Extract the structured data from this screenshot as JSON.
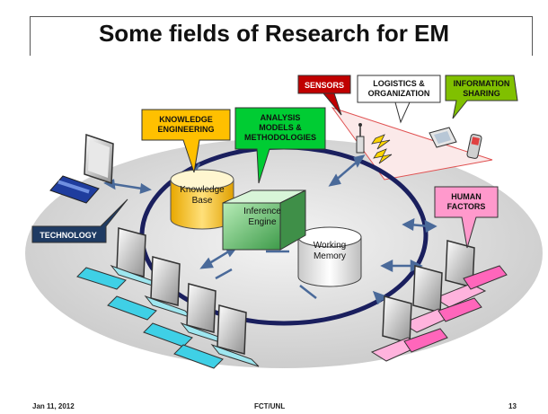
{
  "slide": {
    "title": "Some fields of Research for EM",
    "footer_date": "Jan 11, 2012",
    "footer_center": "FCT/UNL",
    "footer_page": "13"
  },
  "callouts": {
    "sensors": "SENSORS",
    "logistics": [
      "LOGISTICS &",
      "ORGANIZATION"
    ],
    "information": [
      "INFORMATION",
      "SHARING"
    ],
    "knowledge_engineering": [
      "KNOWLEDGE",
      "ENGINEERING"
    ],
    "analysis": [
      "ANALYSIS",
      "MODELS &",
      "METHODOLOGIES"
    ],
    "human_factors": [
      "HUMAN",
      "FACTORS"
    ],
    "technology": "TECHNOLOGY"
  },
  "nodes": {
    "knowledge_base": [
      "Knowledge",
      "Base"
    ],
    "inference_engine": [
      "Inference",
      "Engine"
    ],
    "working_memory": [
      "Working",
      "Memory"
    ]
  },
  "colors": {
    "sensors": "#c00000",
    "knowledge": "#ffc000",
    "analysis": "#00cc33",
    "information": "#80c000",
    "human": "#ff99cc",
    "technology": "#1f3b63",
    "ring": "#1a1f5e",
    "link": "#4a6a9a"
  }
}
